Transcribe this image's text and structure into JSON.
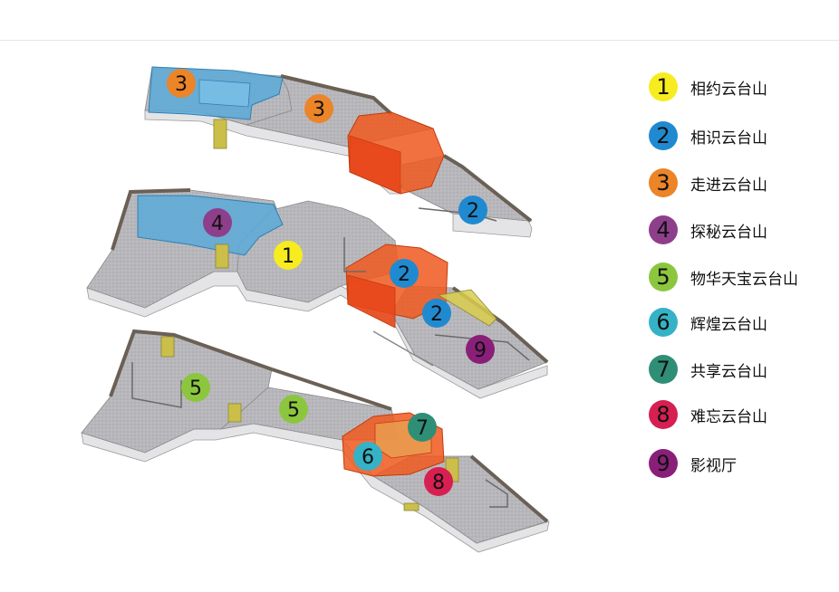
{
  "colors": {
    "1": "#f7ec1f",
    "2": "#1f8ad0",
    "3": "#ec8428",
    "4": "#8e3f8b",
    "5": "#8cc63f",
    "6": "#35b2c6",
    "7": "#2f8f76",
    "8": "#d71f52",
    "9": "#8a1f7a",
    "blueZone": "#5aa9d8",
    "orangeZone": "#f0581f"
  },
  "legend": [
    {
      "num": "1",
      "label": "相约云台山"
    },
    {
      "num": "2",
      "label": "相识云台山"
    },
    {
      "num": "3",
      "label": "走进云台山"
    },
    {
      "num": "4",
      "label": "探秘云台山"
    },
    {
      "num": "5",
      "label": "物华天宝云台山"
    },
    {
      "num": "6",
      "label": "辉煌云台山"
    },
    {
      "num": "7",
      "label": "共享云台山"
    },
    {
      "num": "8",
      "label": "难忘云台山"
    },
    {
      "num": "9",
      "label": "影视厅"
    }
  ],
  "markers": [
    {
      "num": "3",
      "floor": "top"
    },
    {
      "num": "3",
      "floor": "top"
    },
    {
      "num": "2",
      "floor": "top"
    },
    {
      "num": "4",
      "floor": "middle"
    },
    {
      "num": "1",
      "floor": "middle"
    },
    {
      "num": "2",
      "floor": "middle"
    },
    {
      "num": "2",
      "floor": "middle"
    },
    {
      "num": "9",
      "floor": "middle"
    },
    {
      "num": "5",
      "floor": "bottom"
    },
    {
      "num": "5",
      "floor": "bottom"
    },
    {
      "num": "7",
      "floor": "bottom"
    },
    {
      "num": "6",
      "floor": "bottom"
    },
    {
      "num": "8",
      "floor": "bottom"
    }
  ]
}
